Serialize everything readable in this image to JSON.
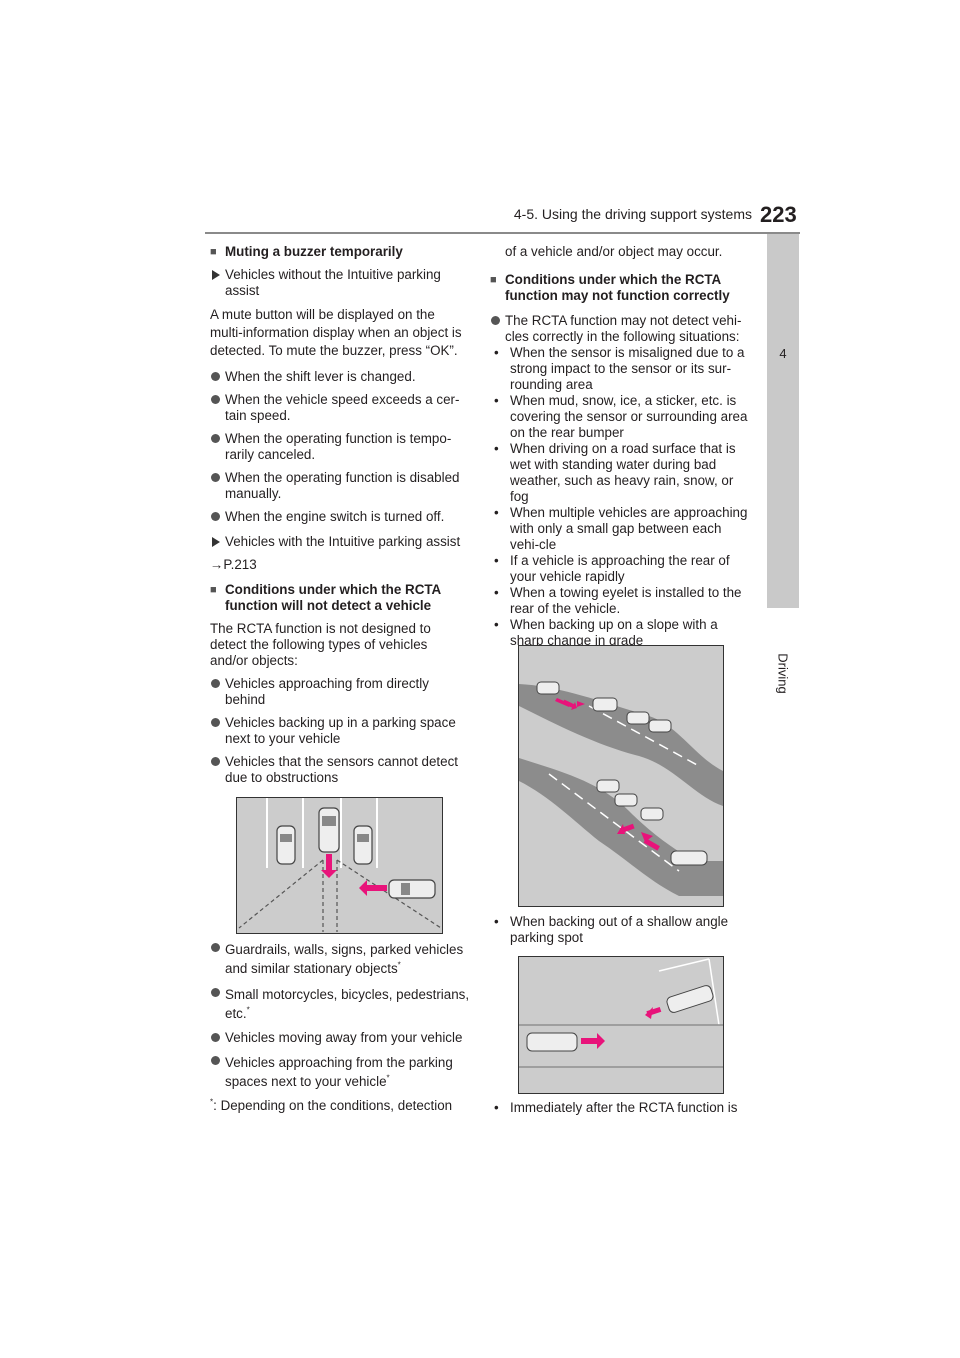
{
  "header": {
    "section_title": "4-5. Using the driving support systems",
    "page_number": "223"
  },
  "side_tab": {
    "number": "4",
    "label": "Driving"
  },
  "left": {
    "h1": "Muting a buzzer temporarily",
    "tri1": "Vehicles without the Intuitive parking assist",
    "para1": "A mute button will be displayed on the multi-information display when an object is detected. To mute the buzzer, press “OK”.",
    "dots1": [
      "When the shift lever is changed.",
      "When the vehicle speed exceeds a cer-tain speed.",
      "When the operating function is tempo-rarily canceled.",
      "When the operating function is disabled manually.",
      "When the engine switch is turned off."
    ],
    "tri2": "Vehicles with the Intuitive parking assist",
    "ref": "→P.213",
    "h2": "Conditions under which the RCTA function will not detect a vehicle",
    "para2": "The RCTA function is not designed to detect the following types of vehicles and/or objects:",
    "dots2": [
      "Vehicles approaching from directly behind",
      "Vehicles backing up in a parking space next to your vehicle",
      "Vehicles that the sensors cannot detect due to obstructions"
    ],
    "dots3": [
      "Guardrails, walls, signs, parked vehicles and similar stationary objects",
      "Small motorcycles, bicycles, pedestrians, etc.",
      "Vehicles moving away from your vehicle",
      "Vehicles approaching from the parking spaces next to your vehicle"
    ],
    "asterisk": "*",
    "footnote": ": Depending on the conditions, detection"
  },
  "right": {
    "continued": "of a vehicle and/or object may occur.",
    "h3": "Conditions under which the RCTA function may not function correctly",
    "dot_intro": "The RCTA function may not detect vehi-cles correctly in the following situations:",
    "bullets": [
      "When the sensor is misaligned due to a strong impact to the sensor or its sur-rounding area",
      "When mud, snow, ice, a sticker, etc. is covering the sensor or surrounding area on the rear bumper",
      "When driving on a road surface that is wet with standing water during bad weather, such as heavy rain, snow, or fog",
      "When multiple vehicles are approaching with only a small gap between each vehi-cle",
      "If a vehicle is approaching the rear of your vehicle rapidly",
      "When a towing eyelet is installed to the rear of the vehicle.",
      "When backing up on a slope with a sharp change in grade"
    ],
    "bullet_shallow": "When backing out of a shallow angle parking spot",
    "bullet_after": "Immediately after the RCTA function is"
  },
  "colors": {
    "arrow": "#e8137a",
    "figure_bg": "#cccccc",
    "side_tab": "#c9c9c9"
  }
}
